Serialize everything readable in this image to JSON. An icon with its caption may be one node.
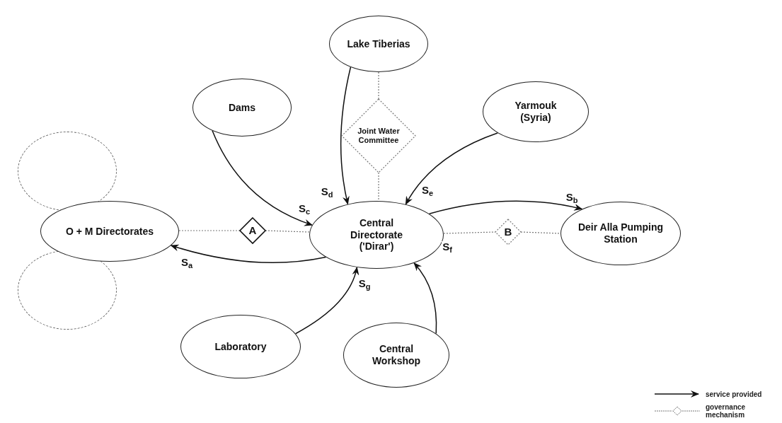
{
  "diagram": {
    "nodes": [
      {
        "text": [
          "Lake Tiberias"
        ]
      },
      {
        "text": [
          "Dams"
        ]
      },
      {
        "text": [
          "Joint Water Committee"
        ]
      },
      {
        "text": [
          "Yarmouk (Syria)"
        ]
      },
      {
        "text": [],
        "shape": "circle"
      },
      {
        "text": [
          "O + M Directorates"
        ]
      },
      {
        "text": [
          "A"
        ]
      },
      {
        "text": [
          "Central Directorate ('Dirar')"
        ]
      },
      {
        "text": [
          "B"
        ]
      },
      {
        "text": [
          "Deir Alla Pumping Station"
        ]
      },
      {
        "text": [],
        "shape": "circle"
      },
      {
        "text": [
          "Laboratory"
        ]
      },
      {
        "text": [
          "Central Workshop"
        ]
      }
    ],
    "edges": [
      {
        "from": 0,
        "to": 7,
        "arrow": "to",
        "label": "S$_{d}$"
      },
      {
        "from": 1,
        "to": 7,
        "arrow": "to",
        "label": "S$_{c}$"
      },
      {
        "from": 3,
        "to": 7,
        "arrow": "to",
        "label": "S$_{e}$"
      },
      {
        "from": 7,
        "to": 5,
        "arrow": "to",
        "label": "S$_{a}$"
      },
      {
        "from": 7,
        "to": 9,
        "arrow": "to",
        "label": "S$_{b}$"
      },
      {
        "from": 12,
        "to": 7,
        "arrow": "to",
        "label": "S$_{f}$"
      },
      {
        "from": 11,
        "to": 7,
        "arrow": "to",
        "label": "S$_{g}$"
      },
      {
        "from": 0,
        "to": 2,
        "arrow": "none",
        "style": "dashed",
        "color": "#777777"
      },
      {
        "from": 2,
        "to": 7,
        "arrow": "none",
        "style": "dashed",
        "color": "#777777"
      },
      {
        "from": 5,
        "to": 6,
        "arrow": "none",
        "style": "dashed",
        "color": "#777777"
      },
      {
        "from": 6,
        "to": 7,
        "arrow": "none",
        "style": "dashed",
        "color": "#777777"
      },
      {
        "from": 7,
        "to": 8,
        "arrow": "none",
        "style": "dashed",
        "color": "#777777"
      },
      {
        "from": 8,
        "to": 9,
        "arrow": "none",
        "style": "dashed",
        "color": "#777777"
      }
    ],
    "legend": [
      {
        "text": "service provided"
      },
      {
        "text": "governance mechanism"
      }
    ]
  }
}
